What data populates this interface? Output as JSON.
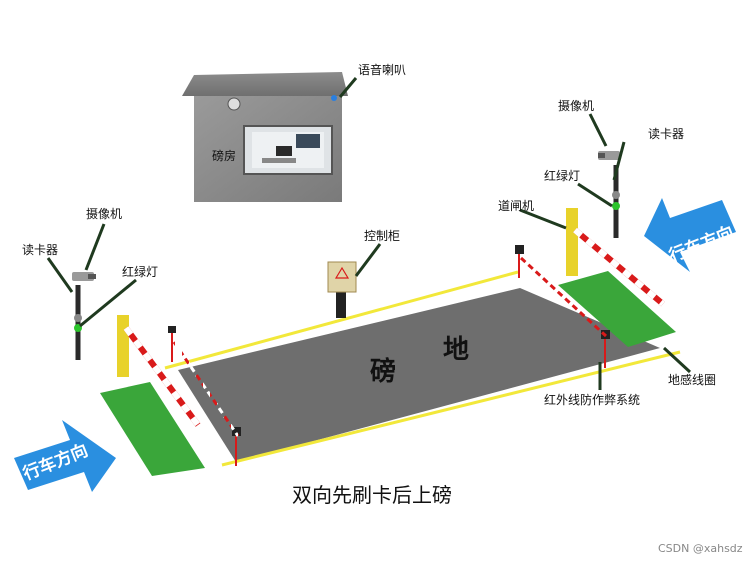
{
  "labels": {
    "speaker": "语音喇叭",
    "weigh_house": "磅房",
    "camera_right": "摄像机",
    "card_reader_right": "读卡器",
    "traffic_light_right": "红绿灯",
    "barrier_gate": "道闸机",
    "control_cabinet": "控制柜",
    "camera_left": "摄像机",
    "card_reader_left": "读卡器",
    "traffic_light_left": "红绿灯",
    "scale_char1": "地",
    "scale_char2": "磅",
    "loop_detector": "地感线圈",
    "infrared": "红外线防作弊系统",
    "caption": "双向先刷卡后上磅",
    "direction_left": "行车方向",
    "direction_right": "行车方向",
    "watermark": "CSDN @xahsdz"
  },
  "colors": {
    "scale_platform": "#6e6e6e",
    "loop_coil": "#3aa63a",
    "arrow": "#2a8fe0",
    "boundary_line": "#f2e83a",
    "callout_line": "#1f3a1f",
    "barrier_red": "#d91a1a",
    "gate_yellow": "#e8d22a"
  },
  "icons": [
    "camera-icon",
    "card-reader-icon",
    "traffic-light-icon",
    "barrier-gate-icon",
    "speaker-icon",
    "control-cabinet-icon"
  ]
}
